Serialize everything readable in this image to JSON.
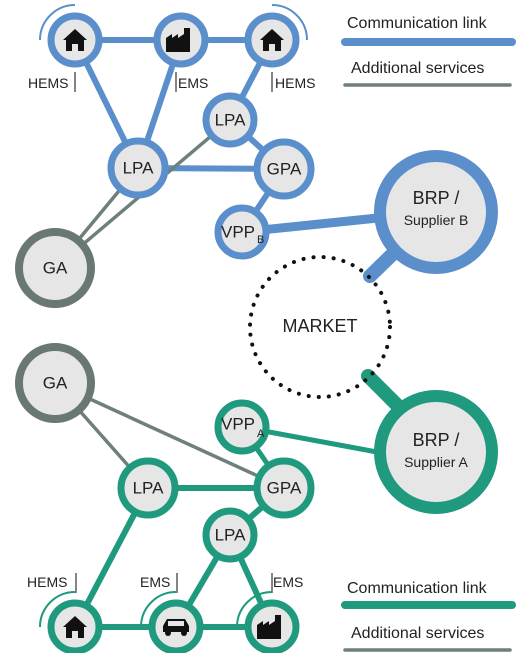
{
  "colors": {
    "blue": "#5b8fcc",
    "teal": "#1f9a7e",
    "gray": "#6f7f7c",
    "ga_ring": "#6a7874",
    "node_fill": "#e6e6e6",
    "market_dots": "#111111"
  },
  "legend_top": {
    "communication_link": "Communication link",
    "additional_services": "Additional services"
  },
  "legend_bottom": {
    "communication_link": "Communication link",
    "additional_services": "Additional services"
  },
  "market": {
    "label": "MARKET"
  },
  "top": {
    "icons": [
      "home-icon",
      "factory-icon",
      "home-icon"
    ],
    "tags": {
      "hems_left": "HEMS",
      "ems": "EMS",
      "hems_right": "HEMS"
    },
    "lpa_left": "LPA",
    "lpa_right": "LPA",
    "gpa": "GPA",
    "vpp_main": "VPP",
    "vpp_sub": "B",
    "ga": "GA",
    "brp_line1": "BRP /",
    "brp_line2": "Supplier B"
  },
  "bottom": {
    "icons": [
      "home-icon",
      "car-icon",
      "factory-icon"
    ],
    "tags": {
      "hems": "HEMS",
      "ems_mid": "EMS",
      "ems_right": "EMS"
    },
    "lpa_left": "LPA",
    "lpa_right": "LPA",
    "gpa": "GPA",
    "vpp_main": "VPP",
    "vpp_sub": "A",
    "ga": "GA",
    "brp_line1": "BRP /",
    "brp_line2": "Supplier A"
  }
}
